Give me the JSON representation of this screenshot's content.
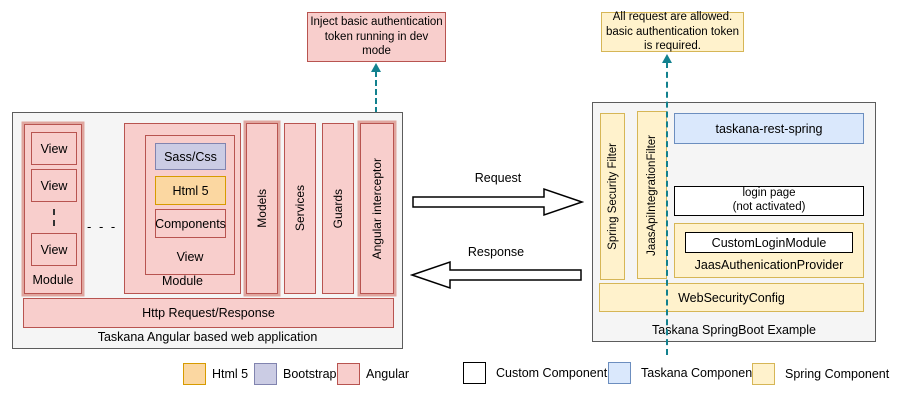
{
  "colors": {
    "angular_fill": "#f8cecc",
    "angular_stroke": "#b85450",
    "html5_fill": "#fbd7a1",
    "html5_stroke": "#d79b00",
    "bootstrap_fill": "#cbcce4",
    "bootstrap_stroke": "#8184af",
    "spring_fill": "#fff2cc",
    "spring_stroke": "#d6b656",
    "taskana_fill": "#dae8fc",
    "taskana_stroke": "#6c8ebf",
    "custom_fill": "#ffffff",
    "custom_stroke": "#000000",
    "dash_arrow": "#12818e"
  },
  "annotations": {
    "left": "Inject basic authentication token running in dev mode",
    "right": "All request are allowed. basic authentication token is required."
  },
  "angular_app": {
    "title": "Taskana Angular based web application",
    "module1": {
      "label": "Module",
      "views": [
        "View",
        "View",
        "View"
      ],
      "ellipsis": "⋮"
    },
    "modules_gap": "- - -",
    "module2": {
      "label": "Module",
      "view_label": "View",
      "sass": "Sass/Css",
      "html5": "Html 5",
      "components": "Components"
    },
    "bars": [
      "Models",
      "Services",
      "Guards",
      "Angular interceptor"
    ],
    "http_bar": "Http Request/Response"
  },
  "flows": {
    "request": "Request",
    "response": "Response"
  },
  "springboot": {
    "title": "Taskana SpringBoot Example",
    "filters": [
      "Spring Security Filter",
      "JaasApiIntegrationFilter"
    ],
    "rest": "taskana-rest-spring",
    "login_page_line1": "login page",
    "login_page_line2": "(not activated)",
    "custom_login": "CustomLoginModule",
    "jaas_provider": "JaasAuthenicationProvider",
    "web_security": "WebSecurityConfig"
  },
  "legend": {
    "html5": "Html 5",
    "bootstrap": "Bootstrap",
    "angular": "Angular",
    "custom": "Custom Component",
    "taskana": "Taskana Component",
    "spring": "Spring Component"
  }
}
